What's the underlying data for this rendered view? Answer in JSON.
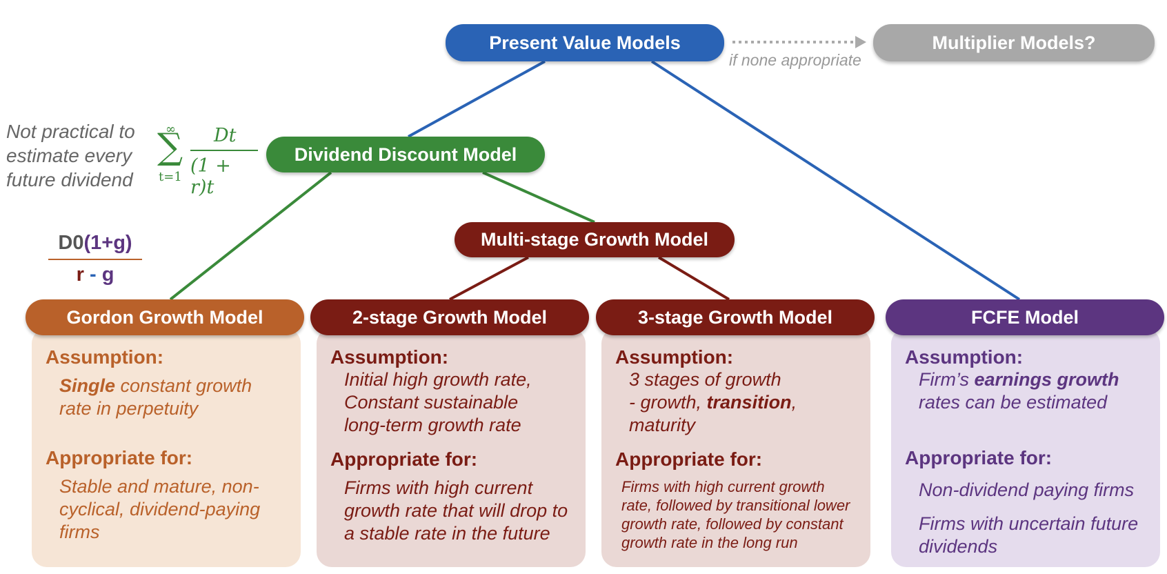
{
  "colors": {
    "blue": "#2a63b5",
    "gray": "#a8a8a8",
    "green": "#3a8a3a",
    "gordon": "#b9612a",
    "maroon": "#7a1c14",
    "purple": "#5c3580",
    "gordon_bg": "#f6e5d6",
    "maroon_bg": "#ead8d5",
    "purple_bg": "#e5dced"
  },
  "nodes": {
    "pv": "Present Value Models",
    "mm": "Multiplier Models?",
    "ddm": "Dividend Discount Model",
    "msg": "Multi-stage Growth Model",
    "gordon": "Gordon Growth Model",
    "two": "2-stage Growth Model",
    "three": "3-stage Growth Model",
    "fcfe": "FCFE Model"
  },
  "edge_label": "if none appropriate",
  "note": [
    "Not practical to",
    "estimate every",
    "future dividend"
  ],
  "ddm_formula": {
    "sum_top": "∞",
    "sum_sign": "∑",
    "sum_bottom": "t=1",
    "numerator": "Dt",
    "denominator": "(1 + r)t"
  },
  "gordon_formula": {
    "d0": "D0",
    "growth": "(1+g)",
    "r": "r",
    "minus": "-",
    "g": "g"
  },
  "cards": {
    "gordon": {
      "assumption_heading": "Assumption:",
      "assumption_emph": "Single",
      "assumption_rest1": " constant growth",
      "assumption_rest2": "rate in perpetuity",
      "appropriate_heading": "Appropriate for:",
      "appropriate": [
        "Stable and mature, non-",
        "cyclical, dividend-paying",
        "firms"
      ]
    },
    "two": {
      "assumption_heading": "Assumption:",
      "assumption": [
        "Initial high growth rate,",
        "Constant sustainable",
        "long-term growth rate"
      ],
      "appropriate_heading": "Appropriate for:",
      "appropriate": [
        "Firms with high current",
        "growth rate that will drop to",
        "a stable rate in the future"
      ]
    },
    "three": {
      "assumption_heading": "Assumption:",
      "assumption_line1": "3 stages of growth",
      "assumption_pre": "- growth, ",
      "assumption_emph": "transition",
      "assumption_post": ",",
      "assumption_line3": "maturity",
      "appropriate_heading": "Appropriate for:",
      "appropriate": [
        "Firms with high current growth",
        "rate, followed by transitional lower",
        "growth rate, followed by constant",
        "growth rate in the long run"
      ]
    },
    "fcfe": {
      "assumption_heading": "Assumption:",
      "assumption_pre": "Firm’s ",
      "assumption_emph": "earnings growth",
      "assumption_line2": "rates can be estimated",
      "appropriate_heading": "Appropriate for:",
      "appropriate": [
        "Non-dividend paying firms",
        "Firms with uncertain future",
        "dividends"
      ]
    }
  }
}
